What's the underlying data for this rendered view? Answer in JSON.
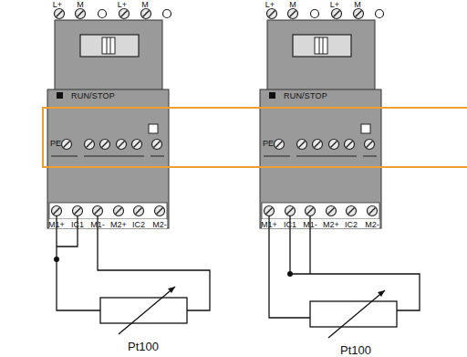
{
  "diagram": {
    "labels": [
      "L+",
      "M",
      "L+",
      "M",
      "RUN/STOP",
      "PE",
      "M1+",
      "IC1",
      "M1-",
      "M2+",
      "IC2",
      "M2-",
      "Pt100",
      "L+",
      "M",
      "L+",
      "M",
      "RUN/STOP",
      "PE",
      "M1+",
      "IC1",
      "M1-",
      "M2+",
      "IC2",
      "M2-",
      "Pt100"
    ]
  }
}
